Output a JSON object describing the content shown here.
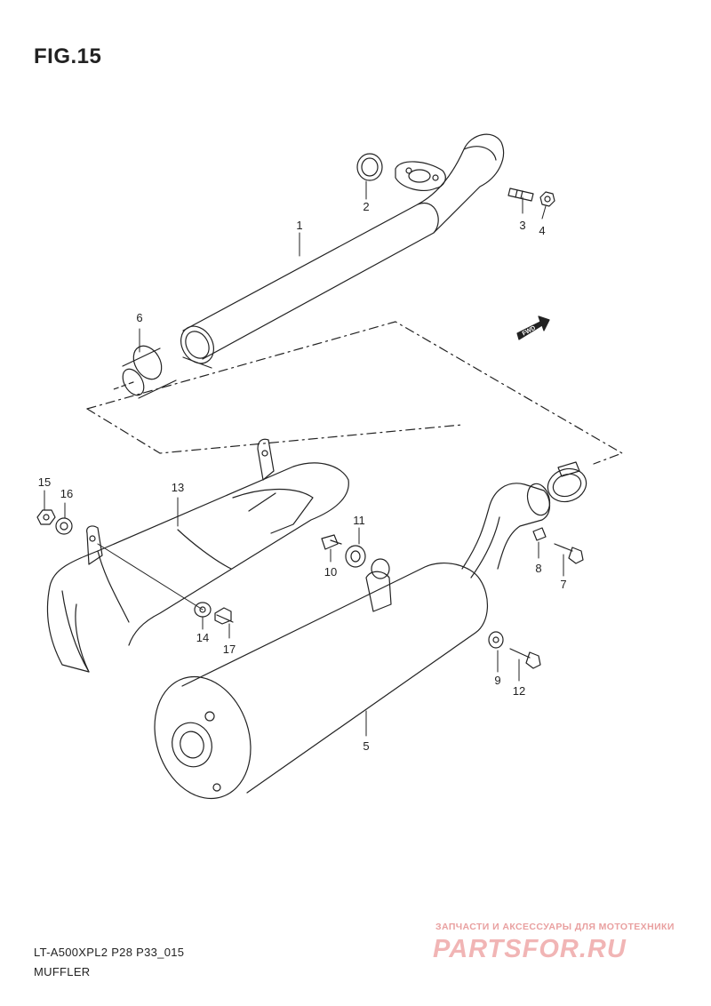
{
  "figure": {
    "title": "FIG.15"
  },
  "forward_marker": {
    "text": "FWD"
  },
  "callouts": [
    {
      "id": "c1",
      "label": "1"
    },
    {
      "id": "c2",
      "label": "2"
    },
    {
      "id": "c3",
      "label": "3"
    },
    {
      "id": "c4",
      "label": "4"
    },
    {
      "id": "c5",
      "label": "5"
    },
    {
      "id": "c6",
      "label": "6"
    },
    {
      "id": "c7",
      "label": "7"
    },
    {
      "id": "c8",
      "label": "8"
    },
    {
      "id": "c9",
      "label": "9"
    },
    {
      "id": "c10",
      "label": "10"
    },
    {
      "id": "c11",
      "label": "11"
    },
    {
      "id": "c12",
      "label": "12"
    },
    {
      "id": "c13",
      "label": "13"
    },
    {
      "id": "c14",
      "label": "14"
    },
    {
      "id": "c15",
      "label": "15"
    },
    {
      "id": "c16",
      "label": "16"
    },
    {
      "id": "c17",
      "label": "17"
    }
  ],
  "footer": {
    "model_code": "LT-A500XPL2 P28 P33_015",
    "group_name": "MUFFLER"
  },
  "watermark": {
    "tagline": "ЗАПЧАСТИ И АКСЕССУАРЫ ДЛЯ МОТОТЕХНИКИ",
    "logo_text": "PARTSFOR.RU"
  },
  "colors": {
    "line": "#222222",
    "watermark": "#f1b5b5"
  }
}
